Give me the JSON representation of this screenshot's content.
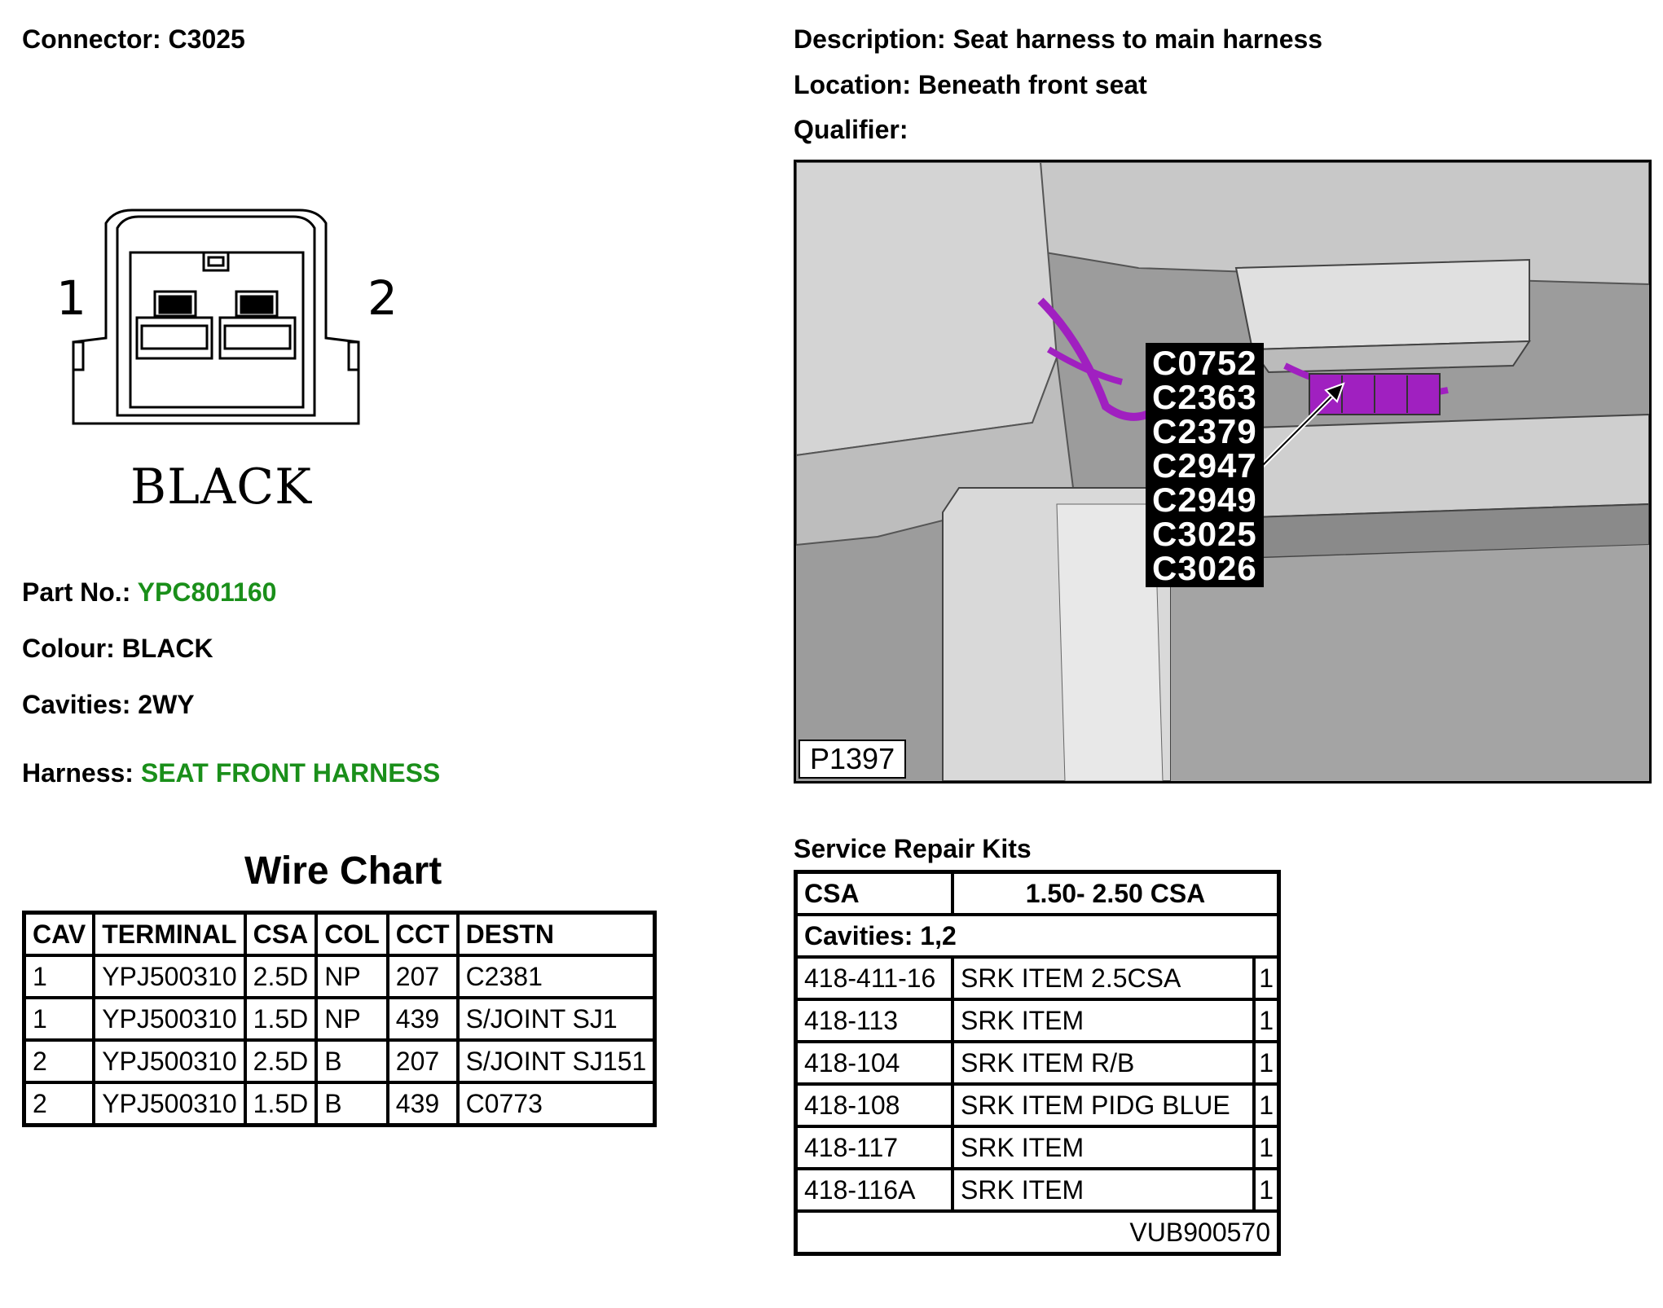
{
  "header": {
    "connector_label": "Connector:",
    "connector_value": "C3025",
    "description_label": "Description:",
    "description_value": "Seat harness to main harness",
    "location_label": "Location:",
    "location_value": "Beneath front seat",
    "qualifier_label": "Qualifier:"
  },
  "connector_drawing": {
    "cavity_left": "1",
    "cavity_right": "2",
    "colour_text": "BLACK"
  },
  "details": {
    "part_no_label": "Part No.:",
    "part_no_value": "YPC801160",
    "colour_label": "Colour:",
    "colour_value": "BLACK",
    "cavities_label": "Cavities:",
    "cavities_value": "2WY",
    "harness_label": "Harness:",
    "harness_value": "SEAT FRONT HARNESS",
    "link_color": "#1a8f1a"
  },
  "photo": {
    "callouts": [
      "C0752",
      "C2363",
      "C2379",
      "C2947",
      "C2949",
      "C3025",
      "C3026"
    ],
    "ref": "P1397",
    "highlight_color": "#a020c0"
  },
  "wire_chart": {
    "title": "Wire Chart",
    "headers": [
      "CAV",
      "TERMINAL",
      "CSA",
      "COL",
      "CCT",
      "DESTN"
    ],
    "rows": [
      [
        "1",
        "YPJ500310",
        "2.5D",
        "NP",
        "207",
        "C2381"
      ],
      [
        "1",
        "YPJ500310",
        "1.5D",
        "NP",
        "439",
        "S/JOINT SJ1"
      ],
      [
        "2",
        "YPJ500310",
        "2.5D",
        "B",
        "207",
        "S/JOINT SJ151"
      ],
      [
        "2",
        "YPJ500310",
        "1.5D",
        "B",
        "439",
        "C0773"
      ]
    ]
  },
  "srk": {
    "title": "Service Repair Kits",
    "csa_label": "CSA",
    "csa_range": "1.50- 2.50 CSA",
    "cavities": "Cavities: 1,2",
    "rows": [
      [
        "418-411-16",
        "SRK ITEM 2.5CSA",
        "1"
      ],
      [
        "418-113",
        "SRK ITEM",
        "1"
      ],
      [
        "418-104",
        "SRK ITEM R/B",
        "1"
      ],
      [
        "418-108",
        "SRK ITEM PIDG BLUE",
        "1"
      ],
      [
        "418-117",
        "SRK ITEM",
        "1"
      ],
      [
        "418-116A",
        "SRK ITEM",
        "1"
      ]
    ],
    "footer": "VUB900570"
  }
}
